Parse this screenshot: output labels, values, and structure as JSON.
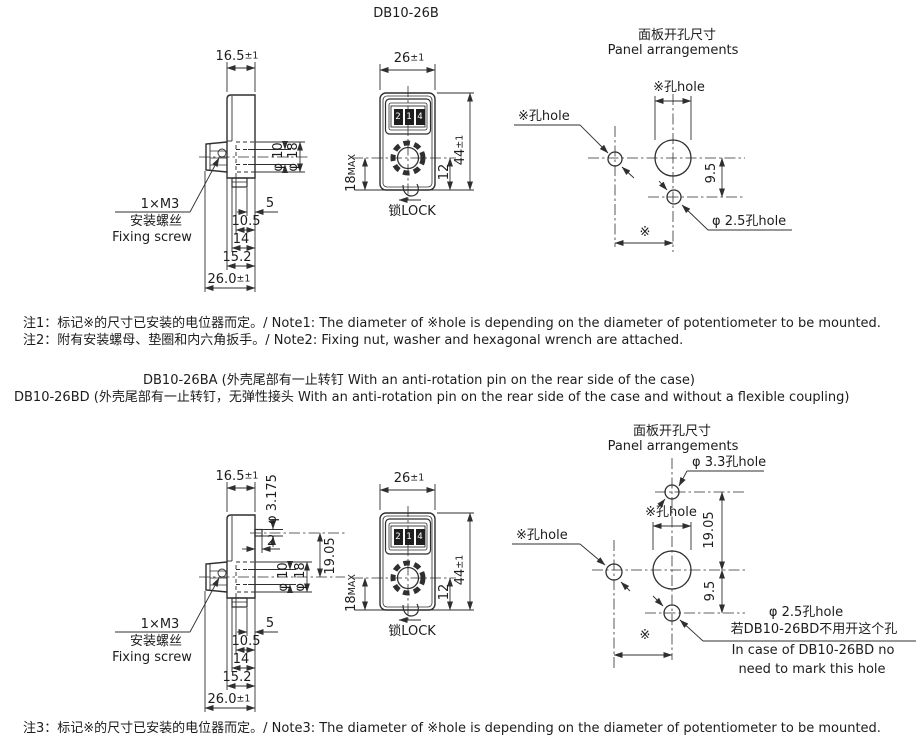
{
  "colors": {
    "background": "#ffffff",
    "line": "#2f2f2f",
    "text": "#1c1c1c"
  },
  "fig1": {
    "title": "DB10-26B",
    "side": {
      "dim_body_depth": {
        "v": "16.5",
        "tol": "±1"
      },
      "dim_phi10": "φ 10",
      "dim_phi18": "φ 18",
      "dim_5": "5",
      "dim_10_5": "10.5",
      "dim_14": "14",
      "dim_15_2": "15.2",
      "dim_total_depth": {
        "v": "26.0",
        "tol": "±1"
      },
      "screw_qty": "1×M3",
      "screw_zh": "安装螺丝",
      "screw_en": "Fixing screw"
    },
    "front": {
      "dim_width": {
        "v": "26",
        "tol": "±1"
      },
      "dim_height": {
        "v": "44",
        "tol": "±1"
      },
      "dim_knob": {
        "v": "18",
        "sfx": "MAX"
      },
      "dim_12": "12",
      "digits": [
        "2",
        "1",
        "4"
      ],
      "lock_label": "锁LOCK"
    },
    "panel": {
      "title_zh": "面板开孔尺寸",
      "title_en": "Panel arrangements",
      "main_hole_dim": "※孔hole",
      "main_hole_label": "※孔hole",
      "pilot_hole_label": "φ 2.5孔hole",
      "dim_9_5": "9.5",
      "dim_offset": "※"
    }
  },
  "notes": {
    "note1": "注1：标记※的尺寸已安装的电位器而定。/ Note1: The diameter of ※hole is depending on the diameter of potentiometer to be mounted.",
    "note2": "注2：附有安装螺母、垫圈和内六角扳手。/ Note2: Fixing nut, washer and hexagonal wrench are attached.",
    "note3": "注3：标记※的尺寸已安装的电位器而定。/ Note3: The diameter of ※hole is depending on the diameter of potentiometer to be mounted."
  },
  "fig2": {
    "title_ba": "DB10-26BA (外壳尾部有一止转钉 With an anti-rotation pin on the rear side of the case)",
    "title_bd": "DB10-26BD (外壳尾部有一止转钉，无弹性接头 With an anti-rotation pin on the rear side of the case and without a flexible coupling)",
    "side": {
      "dim_body_depth": {
        "v": "16.5",
        "tol": "±1"
      },
      "dim_pin_dia": "φ 3.175",
      "dim_pin_offset": "2",
      "dim_19_05": "19.05",
      "dim_phi10": "φ 10",
      "dim_phi18": "φ 18",
      "dim_5": "5",
      "dim_10_5": "10.5",
      "dim_14": "14",
      "dim_15_2": "15.2",
      "dim_total_depth": {
        "v": "26.0",
        "tol": "±1"
      },
      "screw_qty": "1×M3",
      "screw_zh": "安装螺丝",
      "screw_en": "Fixing screw"
    },
    "front": {
      "dim_width": {
        "v": "26",
        "tol": "±1"
      },
      "dim_height": {
        "v": "44",
        "tol": "±1"
      },
      "dim_knob": {
        "v": "18",
        "sfx": "MAX"
      },
      "dim_12": "12",
      "digits": [
        "2",
        "1",
        "4"
      ],
      "lock_label": "锁LOCK"
    },
    "panel": {
      "title_zh": "面板开孔尺寸",
      "title_en": "Panel arrangements",
      "pin_hole_label": "φ 3.3孔hole",
      "main_hole_dim": "※孔hole",
      "main_hole_label": "※孔hole",
      "dim_19_05": "19.05",
      "dim_9_5": "9.5",
      "dim_offset": "※",
      "pilot_hole_label": "φ 2.5孔hole",
      "pilot_note_zh": "若DB10-26BD不用开这个孔",
      "pilot_note_en1": "In case of DB10-26BD no",
      "pilot_note_en2": "need to mark this hole"
    }
  }
}
